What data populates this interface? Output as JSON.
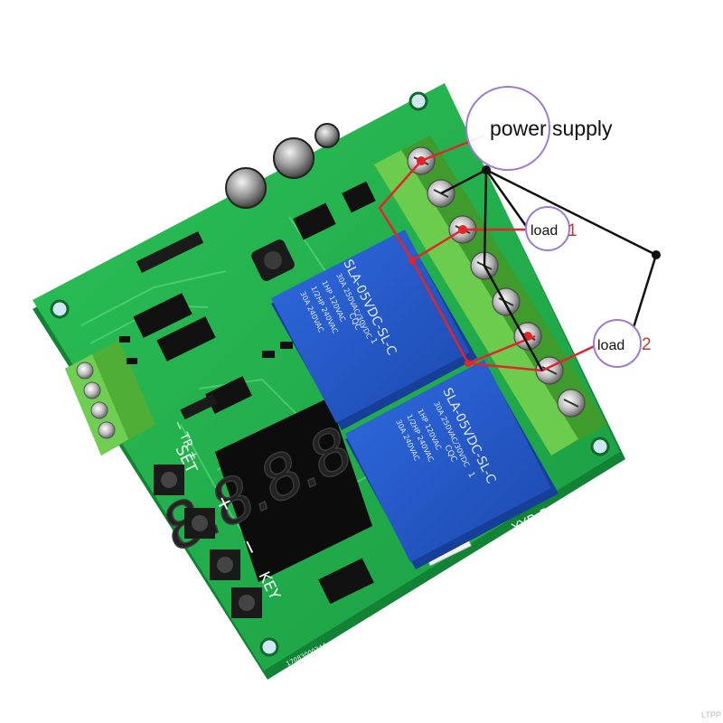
{
  "annotations": {
    "power_supply": "power supply",
    "load1_word": "load",
    "load1_num": "1",
    "load2_word": "load",
    "load2_num": "2"
  },
  "board": {
    "model": "YYB-5",
    "serial": "17083000344",
    "button_set": "SET",
    "button_plus": "+",
    "button_minus": "−",
    "button_key": "KEY",
    "header_label": "− TR +",
    "display_digits": "8.8.8.8"
  },
  "relays": {
    "model": "SLA-05VDC-SL-C",
    "rating_line1": "30A 250VAC/30VDC",
    "rating_line2": "1HP 120VAC",
    "rating_line3": "1/2HP 240VAC",
    "rating_line4": "30A 240VAC",
    "cert": "CQC",
    "pin": "1"
  },
  "watermark": "LTPP",
  "colors": {
    "pcb": "#22b24c",
    "pcb_dark": "#168a38",
    "relay": "#2358c8",
    "terminal": "#5fbf3f",
    "annotation_circle": "#9a7bd6",
    "wire_red": "#e3242b",
    "wire_black": "#111111",
    "load_number": "#c0392b"
  }
}
